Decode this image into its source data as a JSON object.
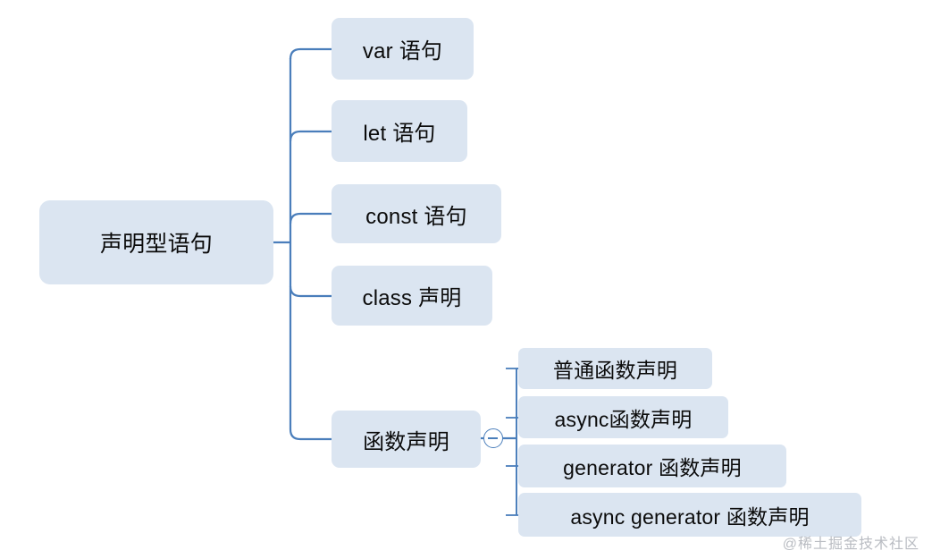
{
  "diagram": {
    "type": "mind-map",
    "background_color": "#ffffff",
    "node_fill_color": "#dbe5f1",
    "connector_color": "#4a7ebb",
    "text_color": "#0b0b0b",
    "root": {
      "label": "声明型语句"
    },
    "branches": [
      {
        "label": "var 语句"
      },
      {
        "label": "let 语句"
      },
      {
        "label": "const 语句"
      },
      {
        "label": "class 声明"
      },
      {
        "label": "函数声明",
        "toggle": {
          "state": "expanded",
          "icon": "minus-circle-icon"
        },
        "children": [
          {
            "label": "普通函数声明"
          },
          {
            "label": "async函数声明"
          },
          {
            "label": "generator 函数声明"
          },
          {
            "label": "async generator 函数声明"
          }
        ]
      }
    ]
  },
  "watermark": {
    "text": "@稀土掘金技术社区"
  }
}
